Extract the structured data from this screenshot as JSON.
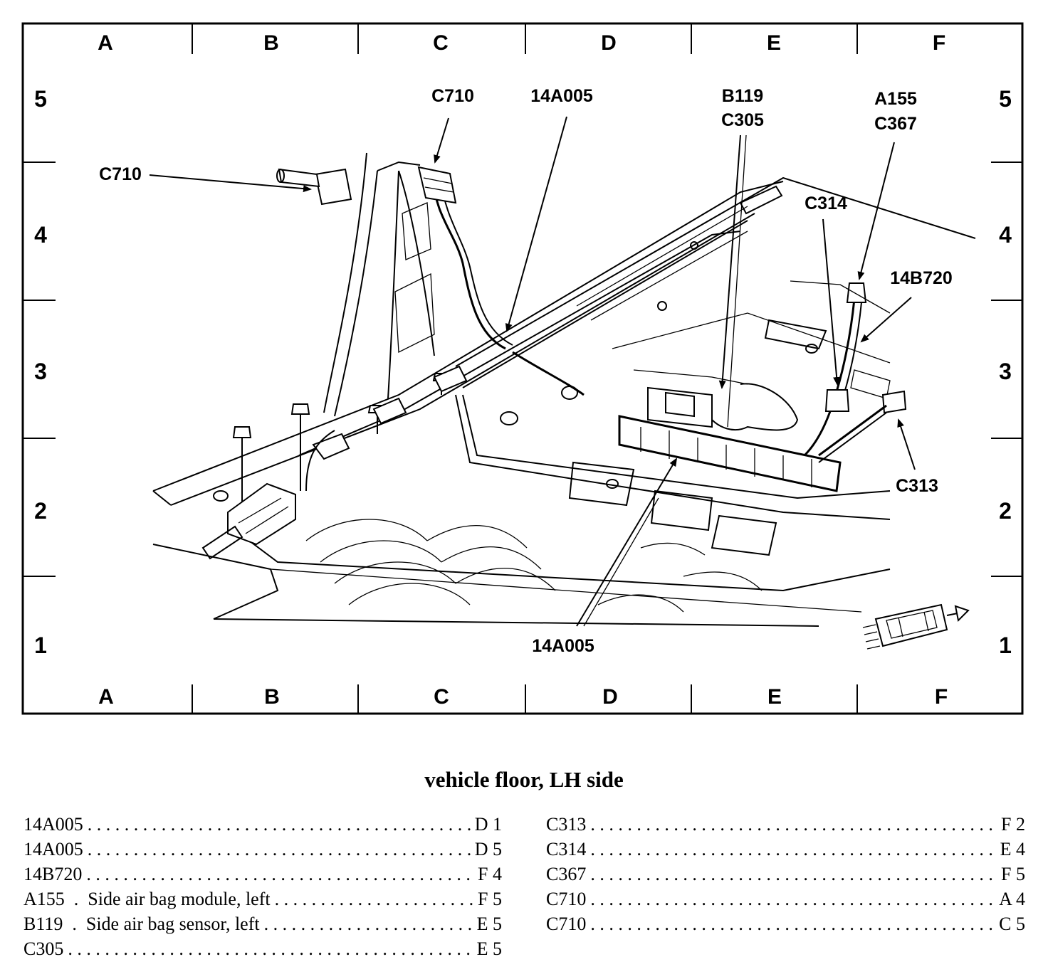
{
  "grid": {
    "columns": [
      "A",
      "B",
      "C",
      "D",
      "E",
      "F"
    ],
    "rows": [
      "5",
      "4",
      "3",
      "2",
      "1"
    ]
  },
  "callouts": {
    "c710_top": "C710",
    "c710_left": "C710",
    "p14a005_top": "14A005",
    "b119": "B119",
    "c305": "C305",
    "a155": "A155",
    "c367": "C367",
    "c314": "C314",
    "p14b720": "14B720",
    "c313": "C313",
    "p14a005_bottom": "14A005"
  },
  "caption": "vehicle floor, LH side",
  "legend_left": [
    {
      "label": "14A005",
      "location": "D 1"
    },
    {
      "label": "14A005",
      "location": "D 5"
    },
    {
      "label": "14B720",
      "location": "F 4"
    },
    {
      "label": "A155  .  Side air bag module, left",
      "location": "F 5"
    },
    {
      "label": "B119  .  Side air bag sensor, left",
      "location": "E 5"
    },
    {
      "label": "C305",
      "location": "E 5"
    }
  ],
  "legend_right": [
    {
      "label": "C313",
      "location": "F 2"
    },
    {
      "label": "C314",
      "location": "E 4"
    },
    {
      "label": "C367",
      "location": "F 5"
    },
    {
      "label": "C710",
      "location": "A 4"
    },
    {
      "label": "C710",
      "location": "C 5"
    }
  ]
}
